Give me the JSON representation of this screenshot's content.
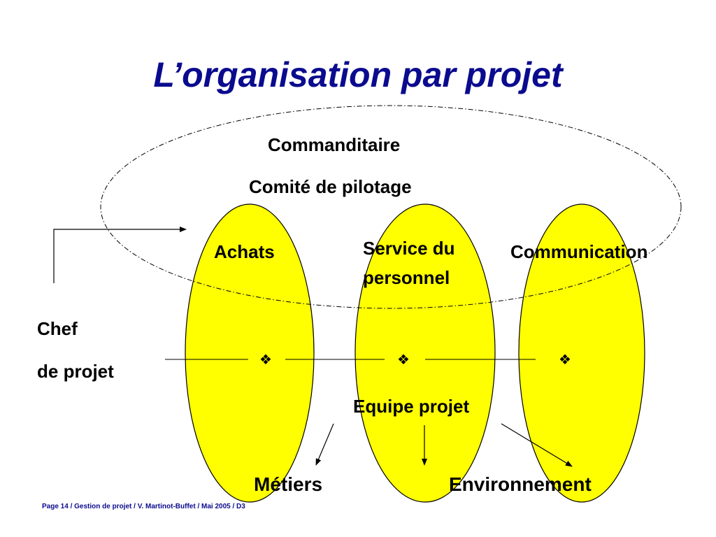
{
  "slide": {
    "title": "L’organisation par projet",
    "sponsor": "Commanditaire",
    "steering": "Comité de pilotage",
    "columns": [
      {
        "label_lines": [
          "Achats"
        ]
      },
      {
        "label_lines": [
          "Service du",
          "personnel"
        ]
      },
      {
        "label_lines": [
          "Communication"
        ]
      }
    ],
    "project_manager": [
      "Chef",
      "de projet"
    ],
    "team": "Equipe projet",
    "trades": "Métiers",
    "environment": "Environnement",
    "footer": "Page 14  / Gestion de projet / V. Martinot-Buffet / Mai 2005 / D3",
    "bullet_glyph": "❖"
  },
  "colors": {
    "title": "#0b0b8f",
    "ellipse_fill": "#ffff00",
    "line": "#000000"
  }
}
